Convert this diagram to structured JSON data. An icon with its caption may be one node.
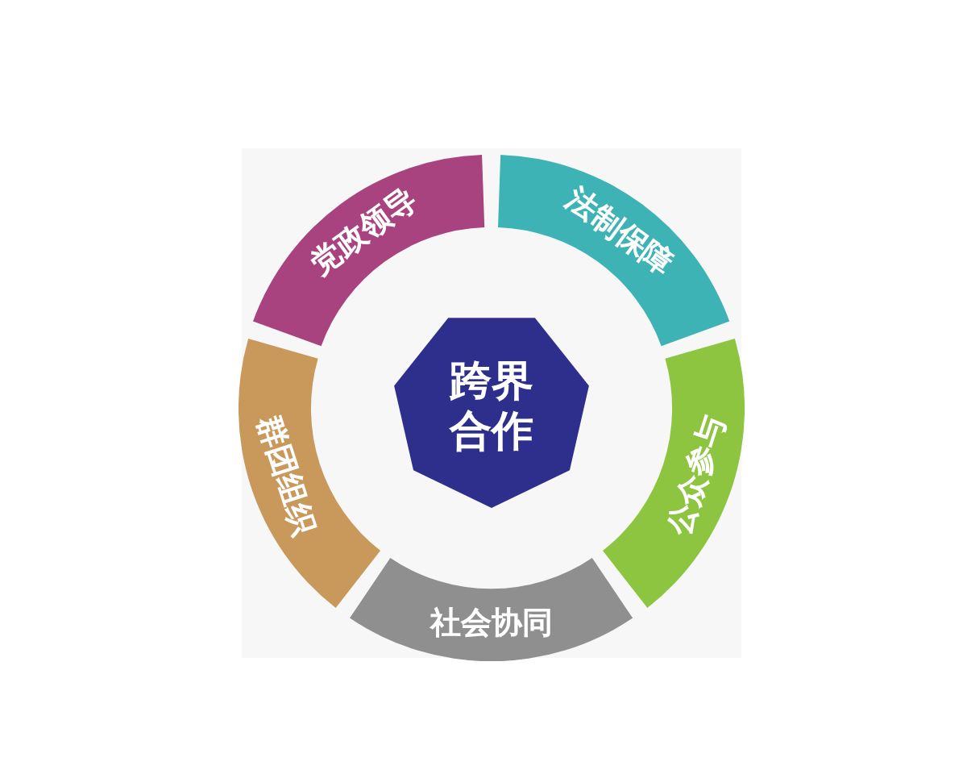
{
  "diagram": {
    "nodes": [
      {
        "text": [
          "跨界合作"
        ]
      },
      {
        "text": [
          "党政领导"
        ]
      },
      {
        "text": [
          "法制保障"
        ]
      },
      {
        "text": [
          "公众参与"
        ]
      },
      {
        "text": [
          "社会协同"
        ]
      },
      {
        "text": [
          "群团组织"
        ]
      }
    ]
  }
}
